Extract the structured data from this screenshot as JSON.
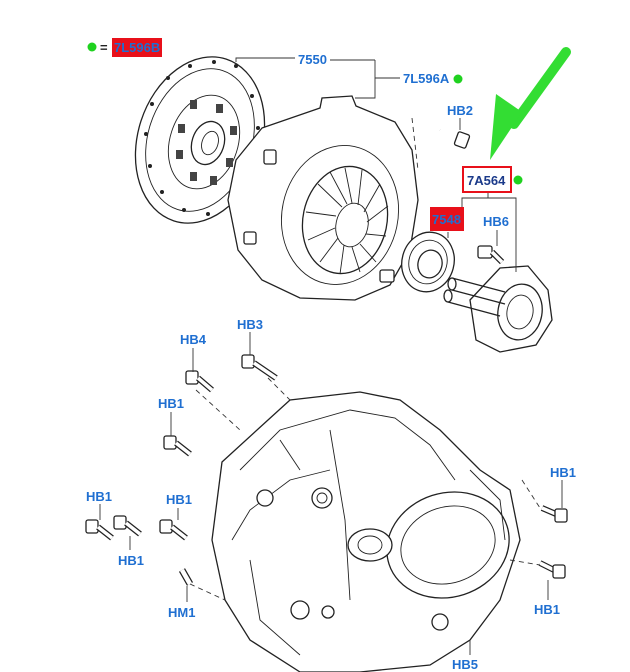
{
  "colors": {
    "label_blue": "#1f6fd1",
    "highlight_red": "#e8101a",
    "marker_green": "#1fd21f",
    "arrow_green": "#33dd33"
  },
  "legend": {
    "symbol": "=",
    "code": "7L596B"
  },
  "labels": {
    "l7550": "7550",
    "l7L596A": "7L596A",
    "hb2": "HB2",
    "l7A564": "7A564",
    "l7548": "7548",
    "hb6": "HB6",
    "hb3": "HB3",
    "hb4": "HB4",
    "hb1_a": "HB1",
    "hb1_b": "HB1",
    "hb1_c": "HB1",
    "hb1_d": "HB1",
    "hb1_e": "HB1",
    "hb1_f": "HB1",
    "hm1": "HM1",
    "hb5": "HB5"
  }
}
